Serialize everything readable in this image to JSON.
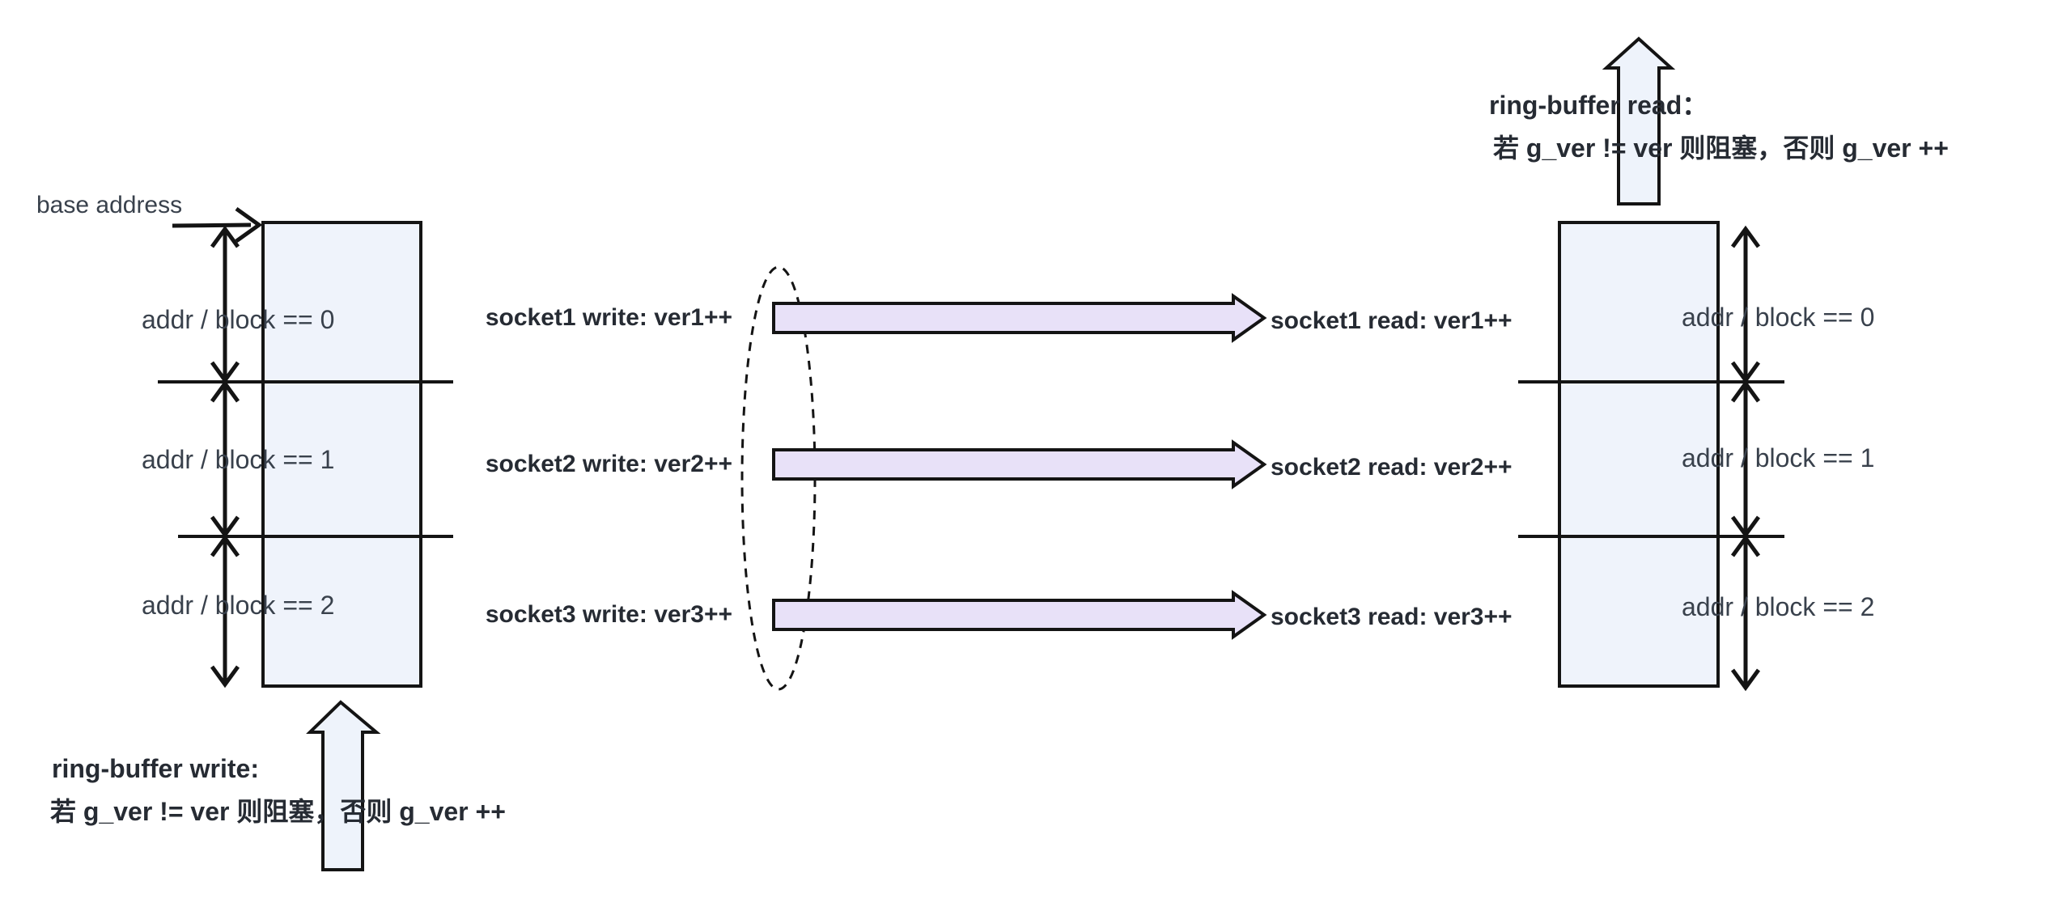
{
  "left": {
    "base_address_label": "base address",
    "block_labels": [
      "addr / block == 0",
      "addr / block == 1",
      "addr / block == 2"
    ]
  },
  "right": {
    "block_labels": [
      "addr / block == 0",
      "addr / block == 1",
      "addr / block == 2"
    ]
  },
  "writers": [
    "socket1 write: ver1++",
    "socket2 write: ver2++",
    "socket3 write: ver3++"
  ],
  "readers": [
    "socket1 read: ver1++",
    "socket2 read: ver2++",
    "socket3 read: ver3++"
  ],
  "ring_buffer_write": {
    "title": "ring-buffer write:",
    "desc": "若 g_ver != ver 则阻塞，否则 g_ver ++"
  },
  "ring_buffer_read": {
    "title": "ring-buffer read：",
    "desc": "若 g_ver != ver 则阻塞，否则 g_ver ++"
  },
  "colors": {
    "block_fill": "#eff3fb",
    "flow_arrow_fill": "#e8e1f8",
    "big_arrow_fill": "#eef3fb",
    "stroke": "#141414",
    "label_text": "#39414c",
    "bold_text": "#262b33"
  }
}
